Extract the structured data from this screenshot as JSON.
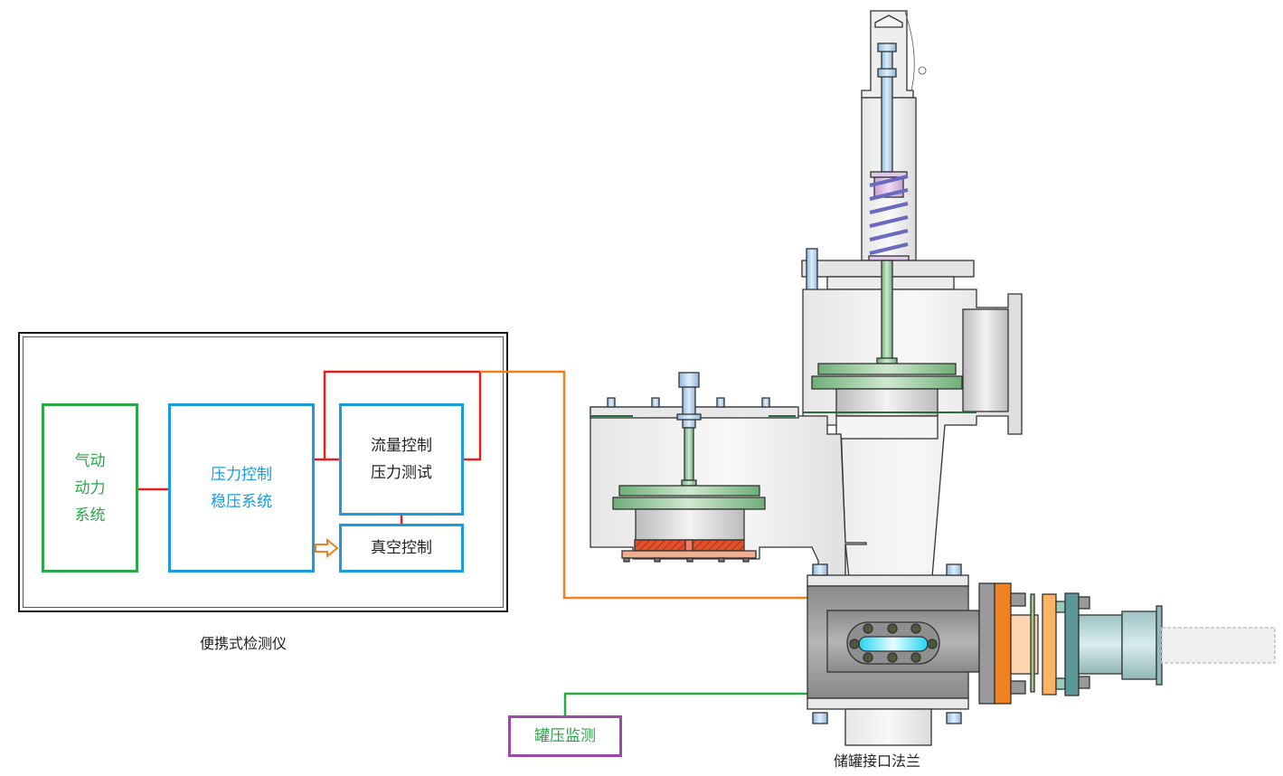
{
  "diagram": {
    "portable_instrument": {
      "caption": "便携式检测仪",
      "pneumatic_box": {
        "lines": [
          "气动",
          "动力",
          "系统"
        ]
      },
      "pressure_control_box": {
        "lines": [
          "压力控制",
          "稳压系统"
        ]
      },
      "flow_test_box": {
        "lines": [
          "流量控制",
          "压力测试"
        ]
      },
      "vacuum_box": {
        "lines": [
          "真空控制"
        ]
      }
    },
    "tank_monitor_box": {
      "label": "罐压监测"
    },
    "flange_caption": "储罐接口法兰",
    "colors": {
      "green": "#2aa84a",
      "blue": "#1a9be0",
      "red": "#e02020",
      "orange": "#f08020",
      "purple": "#9b4aa8"
    }
  }
}
